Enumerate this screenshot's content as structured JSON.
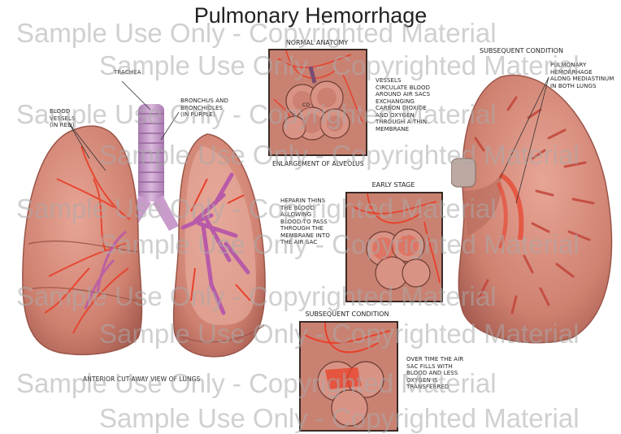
{
  "title": "Pulmonary Hemorrhage",
  "labels": {
    "trachea": "TRACHEA",
    "bronchus": [
      "BRONCHUS AND",
      "BRONCHIOLES",
      "(IN PURPLE)"
    ],
    "blood_vessels": [
      "BLOOD",
      "VESSELS",
      "(IN RED)"
    ],
    "anterior_view": "ANTERIOR CUT-AWAY VIEW OF LUNGS"
  },
  "panels": {
    "normal": {
      "heading": "NORMAL ANATOMY",
      "caption": "ENLARGEMENT OF ALVEOLUS",
      "co2": "CO",
      "description": [
        "VESSELS",
        "CIRCULATE BLOOD",
        "AROUND AIR SACS",
        "EXCHANGING",
        "CARBON DIOXIDE",
        "AND OXYGEN",
        "THROUGH A THIN",
        "MEMBRANE"
      ]
    },
    "early": {
      "heading": "EARLY STAGE",
      "description": [
        "HEPARIN THINS",
        "THE BLOOD",
        "ALLOWING",
        "BLOOD TO PASS",
        "THROUGH THE",
        "MEMBRANE INTO",
        "THE AIR SAC"
      ]
    },
    "subsequent_bottom": {
      "heading": "SUBSEQUENT CONDITION",
      "description": [
        "OVER TIME THE AIR",
        "SAC FILLS WITH",
        "BLOOD AND LESS",
        "OXYGEN IS",
        "TRANSFERRED"
      ]
    },
    "subsequent_right": {
      "heading": "SUBSEQUENT CONDITION",
      "description": [
        "PULMONARY",
        "HEMORRHAGE",
        "ALONG MEDIASTINUM",
        "IN BOTH LUNGS"
      ]
    }
  },
  "watermark": "Sample Use Only - Copyrighted Material",
  "colors": {
    "lung": "#d48b7c",
    "lung_dark": "#b86a5c",
    "vessel": "#e8402a",
    "bronchus": "#b85aa8",
    "trachea": "#c69ac8",
    "panel_border": "#3a2a25"
  }
}
